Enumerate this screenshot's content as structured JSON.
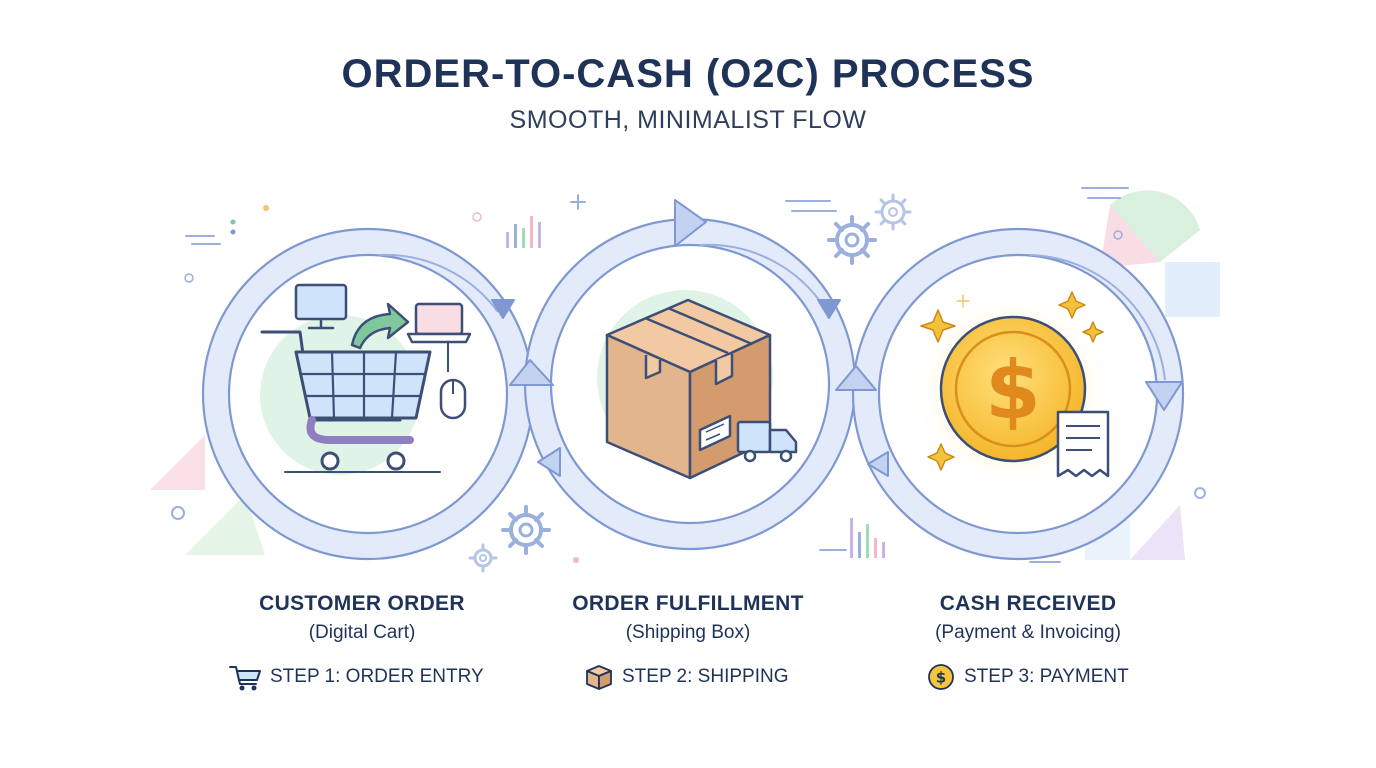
{
  "header": {
    "title": "ORDER-TO-CASH (O2C) PROCESS",
    "subtitle": "SMOOTH, MINIMALIST FLOW"
  },
  "steps": [
    {
      "title": "CUSTOMER ORDER",
      "subtitle": "(Digital Cart)",
      "label": "STEP 1: ORDER ENTRY",
      "icon": "shopping-cart-icon"
    },
    {
      "title": "ORDER FULFILLMENT",
      "subtitle": "(Shipping Box)",
      "label": "STEP 2: SHIPPING",
      "icon": "shipping-box-icon"
    },
    {
      "title": "CASH RECEIVED",
      "subtitle": "(Payment & Invoicing)",
      "label": "STEP 3: PAYMENT",
      "icon": "dollar-coin-icon"
    }
  ],
  "colors": {
    "title": "#1f3358",
    "ring_fill": "#e3ebfb",
    "ring_stroke": "#7f98d2",
    "arrow_fill": "#c2d2f0",
    "circle_mint": "#dff3e6",
    "coin": "#f7c43d",
    "box": "#e3b58c"
  },
  "symbols": {
    "dollar": "$"
  }
}
